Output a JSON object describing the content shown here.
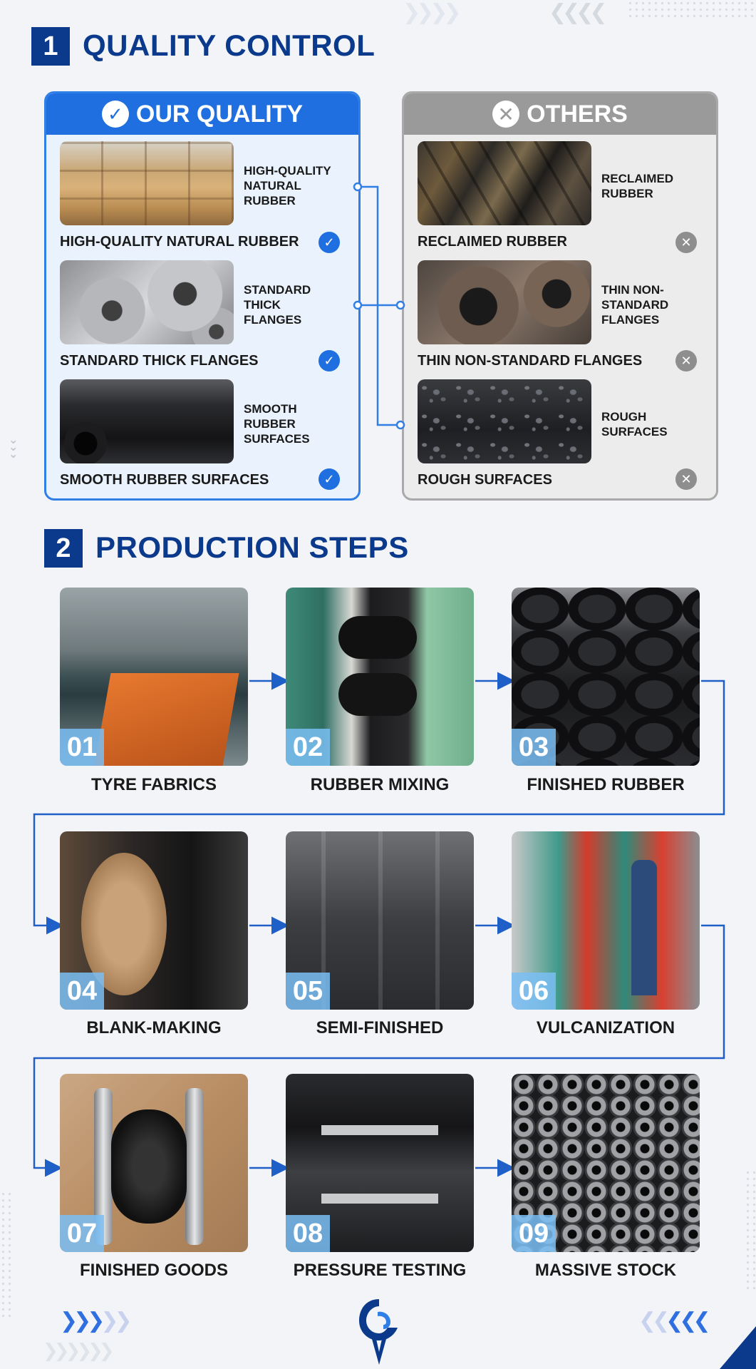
{
  "sections": {
    "quality": {
      "number": "1",
      "title": "QUALITY CONTROL"
    },
    "production": {
      "number": "2",
      "title": "PRODUCTION STEPS"
    }
  },
  "ours": {
    "header": "OUR QUALITY",
    "items": [
      {
        "desc": "HIGH-QUALITY\nNATURAL\nRUBBER",
        "label": "HIGH-QUALITY NATURAL RUBBER"
      },
      {
        "desc": "STANDARD\nTHICK\nFLANGES",
        "label": "STANDARD THICK FLANGES"
      },
      {
        "desc": "SMOOTH\nRUBBER\nSURFACES",
        "label": "SMOOTH RUBBER SURFACES"
      }
    ]
  },
  "others": {
    "header": "OTHERS",
    "items": [
      {
        "desc": "RECLAIMED\nRUBBER",
        "label": "RECLAIMED RUBBER"
      },
      {
        "desc": "THIN NON-\nSTANDARD\nFLANGES",
        "label": "THIN NON-STANDARD FLANGES"
      },
      {
        "desc": "ROUGH\nSURFACES",
        "label": "ROUGH SURFACES"
      }
    ]
  },
  "steps": [
    {
      "num": "01",
      "label": "TYRE FABRICS"
    },
    {
      "num": "02",
      "label": "RUBBER MIXING"
    },
    {
      "num": "03",
      "label": "FINISHED RUBBER"
    },
    {
      "num": "04",
      "label": "BLANK-MAKING"
    },
    {
      "num": "05",
      "label": "SEMI-FINISHED"
    },
    {
      "num": "06",
      "label": "VULCANIZATION"
    },
    {
      "num": "07",
      "label": "FINISHED GOODS"
    },
    {
      "num": "08",
      "label": "PRESSURE TESTING"
    },
    {
      "num": "09",
      "label": "MASSIVE STOCK"
    }
  ],
  "colors": {
    "brand": "#0b3a8c",
    "accent": "#1f6fe0",
    "neutral": "#9a9a9a"
  },
  "icons": {
    "check": "check-circle-icon",
    "cross": "x-circle-icon",
    "logo": "company-logo-icon"
  }
}
